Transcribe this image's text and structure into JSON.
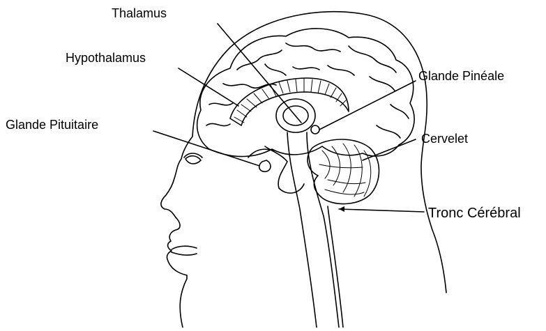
{
  "labels": {
    "thalamus": "Thalamus",
    "hypothalamus": "Hypothalamus",
    "pineal": "Glande Pinéale",
    "pituitary": "Glande Pituitaire",
    "cerebellum": "Cervelet",
    "brainstem": "Tronc Cérébral"
  },
  "colors": {
    "ink": "#000000",
    "paper": "#ffffff"
  }
}
